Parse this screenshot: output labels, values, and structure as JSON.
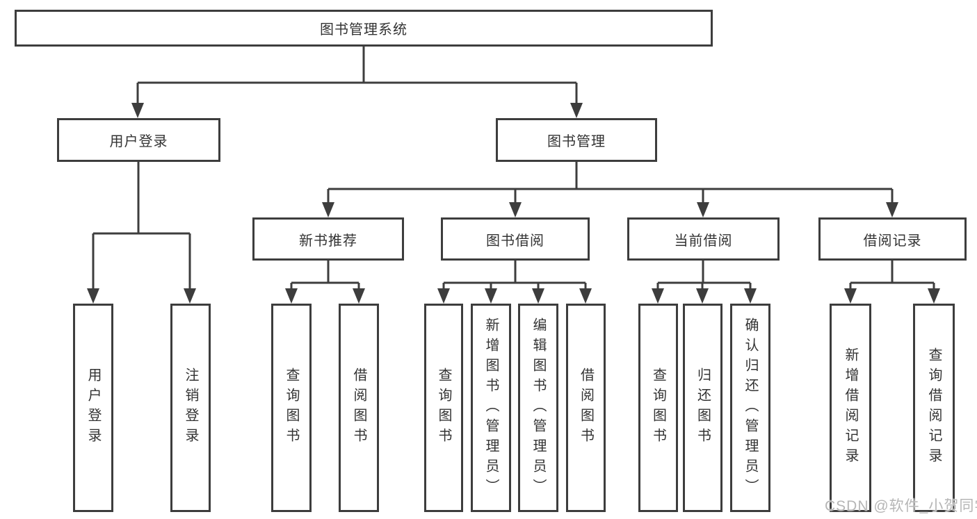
{
  "diagram": {
    "root": {
      "label": "图书管理系统"
    },
    "branches": [
      {
        "label": "用户登录",
        "children": [
          {
            "label": "用户登录"
          },
          {
            "label": "注销登录"
          }
        ]
      },
      {
        "label": "图书管理",
        "children": [
          {
            "label": "新书推荐",
            "children": [
              {
                "label": "查询图书"
              },
              {
                "label": "借阅图书"
              }
            ]
          },
          {
            "label": "图书借阅",
            "children": [
              {
                "label": "查询图书"
              },
              {
                "label": "新增图书（管理员）"
              },
              {
                "label": "编辑图书（管理员）"
              },
              {
                "label": "借阅图书"
              }
            ]
          },
          {
            "label": "当前借阅",
            "children": [
              {
                "label": "查询图书"
              },
              {
                "label": "归还图书"
              },
              {
                "label": "确认归还（管理员）"
              }
            ]
          },
          {
            "label": "借阅记录",
            "children": [
              {
                "label": "新增借阅记录"
              },
              {
                "label": "查询借阅记录"
              }
            ]
          }
        ]
      }
    ]
  },
  "watermark": {
    "text": "CSDN @软件_小贺同学"
  },
  "colors": {
    "line": "#3d3d3d",
    "text": "#333333",
    "watermark": "#b6b6b6",
    "background": "#ffffff"
  }
}
